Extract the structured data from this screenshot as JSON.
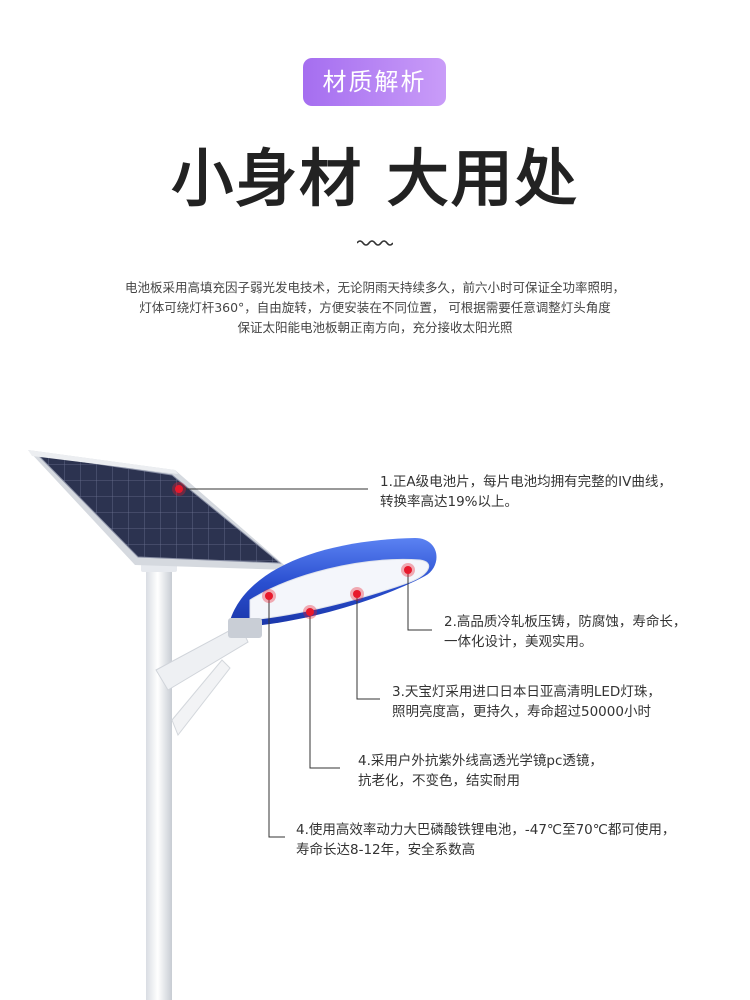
{
  "badge": "材质解析",
  "title": "小身材 大用处",
  "description": [
    "电池板采用高填充因子弱光发电技术，无论阴雨天持续多久，前六小时可保证全功率照明，",
    "灯体可绕灯杆360°，自由旋转，方便安装在不同位置， 可根据需要任意调整灯头角度",
    "保证太阳能电池板朝正南方向，充分接收太阳光照"
  ],
  "callouts": [
    {
      "line1": "1.正A级电池片，每片电池均拥有完整的IV曲线，",
      "line2": "转换率高达19%以上。"
    },
    {
      "line1": "2.高品质冷轧板压铸，防腐蚀，寿命长，",
      "line2": "一体化设计，美观实用。"
    },
    {
      "line1": "3.天宝灯采用进口日本日亚高清明LED灯珠，",
      "line2": "照明亮度高，更持久，寿命超过50000小时"
    },
    {
      "line1": "4.采用户外抗紫外线高透光学镜pc透镜，",
      "line2": "抗老化，不变色，结实耐用"
    },
    {
      "line1": "4.使用高效率动力大巴磷酸铁锂电池，-47℃至70℃都可使用，",
      "line2": "寿命长达8-12年，安全系数高"
    }
  ],
  "colors": {
    "badge": "#b07ff3",
    "lamp_shell": "#2a4fd0",
    "marker": "#e8192c"
  }
}
